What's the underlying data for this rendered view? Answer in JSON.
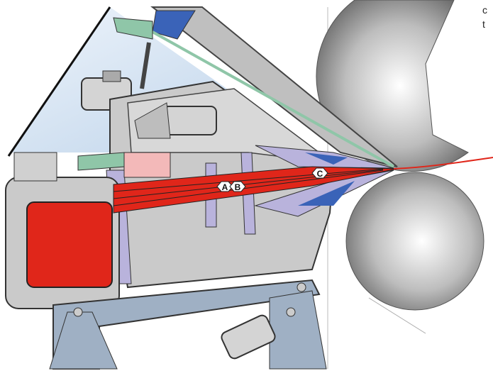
{
  "diagram": {
    "labels": {
      "a": "A",
      "b": "B",
      "c": "C"
    },
    "edge_text": {
      "line1": "c",
      "line2": "t"
    },
    "colors": {
      "stock_red": "#e0261a",
      "steel_gray": "#c9c9c9",
      "frame_blue_gray": "#9fb0c4",
      "lavender": "#b9b3dc",
      "sky_blue": "#cfe0f2",
      "deep_blue": "#3a63b8",
      "pink": "#f3b9b9",
      "green": "#8fc6a8"
    }
  }
}
